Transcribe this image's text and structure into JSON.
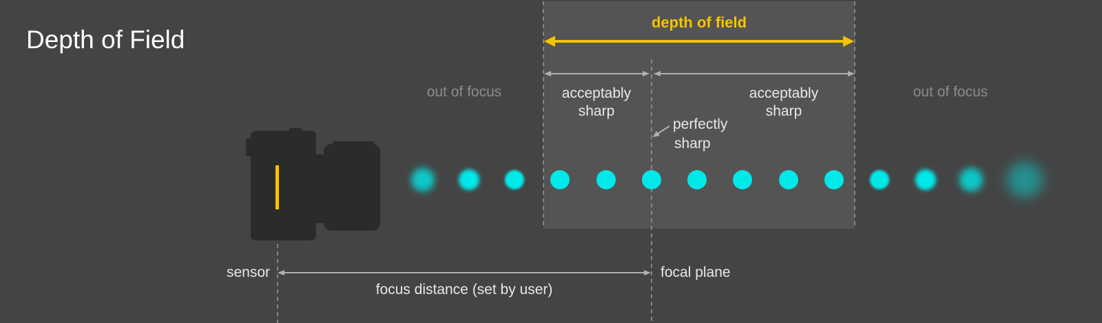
{
  "title": "Depth of Field",
  "labels": {
    "depth_of_field": "depth of field",
    "out_of_focus_left": "out of focus",
    "out_of_focus_right": "out of focus",
    "acceptably_sharp_near": [
      "acceptably",
      "sharp"
    ],
    "acceptably_sharp_far": [
      "acceptably",
      "sharp"
    ],
    "perfectly_sharp": [
      "perfectly",
      "sharp"
    ],
    "sensor": "sensor",
    "focal_plane": "focal plane",
    "focus_distance": "focus distance (set by user)"
  },
  "colors": {
    "background": "#444444",
    "dof_region": "#545454",
    "accent": "#f5c400",
    "dot": "#00e8e8",
    "camera": "#2b2b2b",
    "guide": "#b0b0b0"
  },
  "dots": [
    {
      "state": "blur",
      "blur": 5
    },
    {
      "state": "blur",
      "blur": 3
    },
    {
      "state": "blur",
      "blur": 1.5
    },
    {
      "state": "sharp",
      "blur": 0
    },
    {
      "state": "sharp",
      "blur": 0
    },
    {
      "state": "sharp",
      "blur": 0
    },
    {
      "state": "sharp",
      "blur": 0
    },
    {
      "state": "sharp",
      "blur": 0
    },
    {
      "state": "sharp",
      "blur": 0
    },
    {
      "state": "sharp",
      "blur": 0
    },
    {
      "state": "blur",
      "blur": 1.5
    },
    {
      "state": "blur",
      "blur": 3
    },
    {
      "state": "blur",
      "blur": 5
    },
    {
      "state": "blur",
      "blur": 9
    }
  ]
}
